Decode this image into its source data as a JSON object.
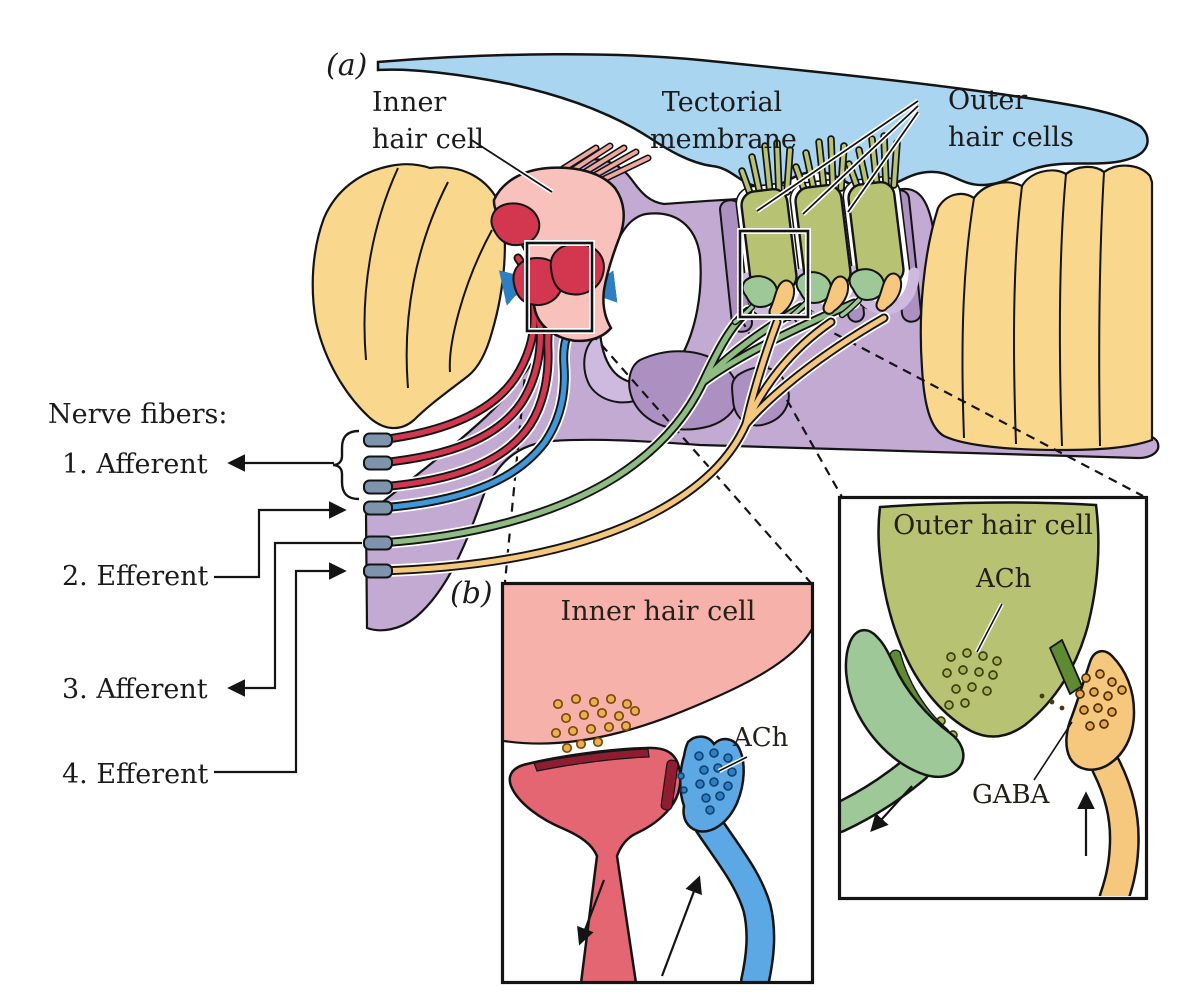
{
  "panels": {
    "a": "(a)",
    "b": "(b)"
  },
  "labels": {
    "inner_hair_cell": {
      "line1": "Inner",
      "line2": "hair cell"
    },
    "tectorial_membrane": {
      "line1": "Tectorial",
      "line2": "membrane"
    },
    "outer_hair_cells": {
      "line1": "Outer",
      "line2": "hair cells"
    },
    "nerve_fibers_heading": "Nerve fibers:",
    "fiber_items": [
      "1. Afferent",
      "2. Efferent",
      "3. Afferent",
      "4. Efferent"
    ]
  },
  "insets": {
    "inner": {
      "title": "Inner hair cell",
      "ach_label": "ACh"
    },
    "outer": {
      "title": "Outer hair cell",
      "ach_label": "ACh",
      "gaba_label": "GABA"
    }
  },
  "colors": {
    "tectorial_membrane_blue": "#aad5f0",
    "inner_hair_cell_pink": "#f8c1bb",
    "afferent_red": "#d2374f",
    "efferent_blue": "#3f98d8",
    "afferent_green": "#8fbc83",
    "efferent_yellow": "#f4c77d",
    "outer_hair_cell_olive": "#b7c273",
    "supporting_cell_yellow": "#f9d78d",
    "supporting_cell_purple": "#c2aad3",
    "vesicle_tan": "#eab052",
    "outline_black": "#1a1a1a"
  }
}
